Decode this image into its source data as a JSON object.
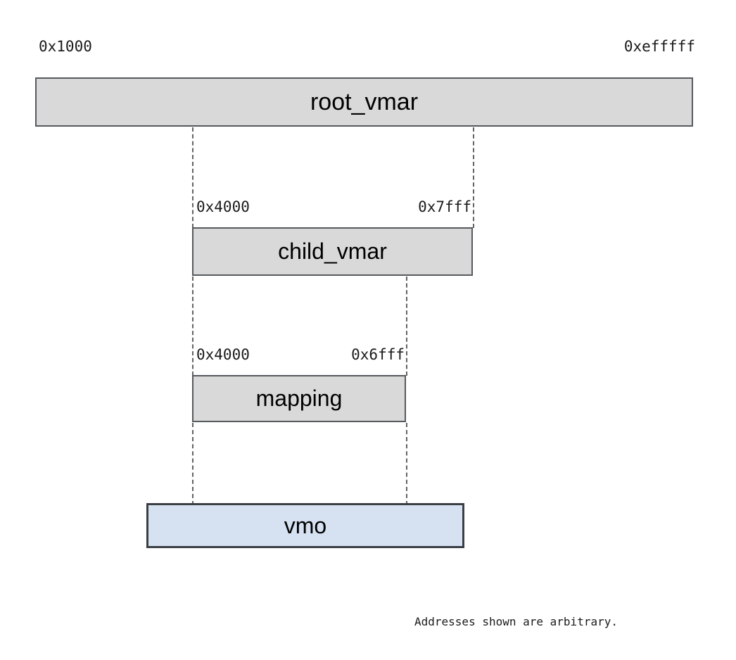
{
  "diagram": {
    "title_note": "Addresses shown are arbitrary.",
    "colors": {
      "region_fill": "#d9d9d9",
      "region_border": "#555a5e",
      "object_fill": "#d6e2f2",
      "object_border": "#3a3f44",
      "dash_line": "#636363",
      "background": "#ffffff",
      "text": "#1a1a1a"
    },
    "root_range": {
      "start": "0x1000",
      "end": "0xefffff"
    },
    "boxes": {
      "root_vmar": {
        "label": "root_vmar"
      },
      "child_vmar": {
        "label": "child_vmar"
      },
      "mapping": {
        "label": "mapping"
      },
      "vmo": {
        "label": "vmo"
      }
    },
    "child_range": {
      "start": "0x4000",
      "end": "0x7fff"
    },
    "mapping_range": {
      "start": "0x4000",
      "end": "0x6fff"
    }
  }
}
